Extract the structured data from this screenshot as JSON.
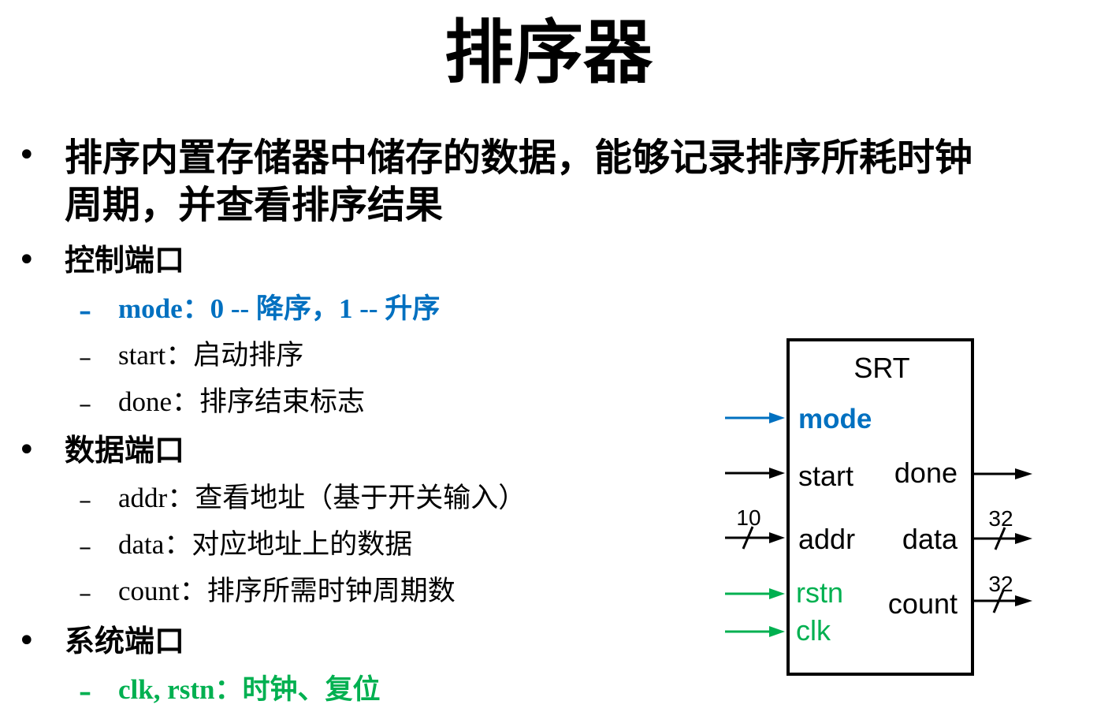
{
  "title": "排序器",
  "bullets": [
    {
      "text_line1": "排序内置存储器中储存的数据，能够记录排序所耗时钟",
      "text_line2": "周期，并查看排序结果"
    },
    {
      "text": "控制端口",
      "items": [
        {
          "label": "mode：",
          "desc": "0 -- 降序，1 -- 升序"
        },
        {
          "label": "start：",
          "desc": "启动排序"
        },
        {
          "label": "done：",
          "desc": "排序结束标志"
        }
      ]
    },
    {
      "text": "数据端口",
      "items": [
        {
          "label": "addr：",
          "desc": "查看地址（基于开关输入）"
        },
        {
          "label": "data：",
          "desc": "对应地址上的数据"
        },
        {
          "label": "count：",
          "desc": "排序所需时钟周期数"
        }
      ]
    },
    {
      "text": "系统端口",
      "items": [
        {
          "label": "clk, rstn：",
          "desc": "时钟、复位"
        }
      ]
    }
  ],
  "diagram": {
    "module": "SRT",
    "inputs": {
      "mode": "mode",
      "start": "start",
      "addr": "addr",
      "rstn": "rstn",
      "clk": "clk"
    },
    "outputs": {
      "done": "done",
      "data": "data",
      "count": "count"
    },
    "widths": {
      "addr": "10",
      "data": "32",
      "count": "32"
    }
  },
  "colors": {
    "blue": "#0070C0",
    "green": "#00B050"
  }
}
